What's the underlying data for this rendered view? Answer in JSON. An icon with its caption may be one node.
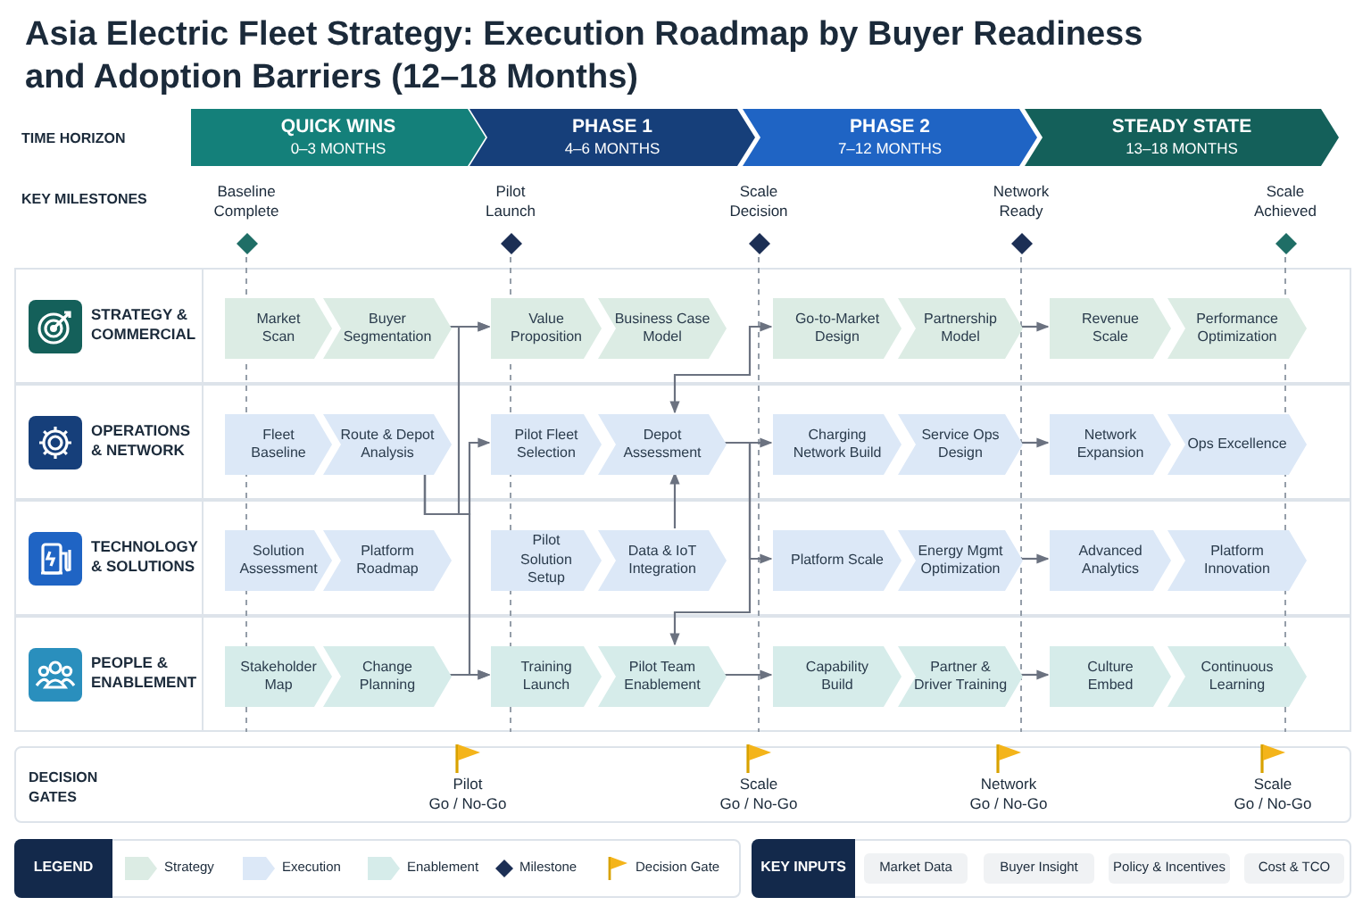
{
  "diagram": {
    "title": "Asia Electric Fleet Strategy: Execution Roadmap by Buyer Readiness and Adoption Barriers (12–18 Months)",
    "nodes": [
      {
        "text": [
          "QUICK WINS",
          "0–3 MONTHS"
        ]
      },
      {
        "text": [
          "PHASE 1",
          "4–6 MONTHS"
        ]
      },
      {
        "text": [
          "PHASE 2",
          "7–12 MONTHS"
        ]
      },
      {
        "text": [
          "STEADY STATE",
          "13–18 MONTHS"
        ]
      },
      {
        "text": [
          "Baseline Complete"
        ]
      },
      {
        "text": [
          "Pilot Launch"
        ]
      },
      {
        "text": [
          "Scale Decision"
        ]
      },
      {
        "text": [
          "Network Ready"
        ]
      },
      {
        "text": [
          "Scale Achieved"
        ]
      },
      {
        "text": [
          "STRATEGY & COMMERCIAL"
        ]
      },
      {
        "text": [
          "Market Scan"
        ],
        "in": 9
      },
      {
        "text": [
          "Buyer Segmentation"
        ],
        "in": 9
      },
      {
        "text": [
          "Value Proposition"
        ],
        "in": 9
      },
      {
        "text": [
          "Business Case Model"
        ],
        "in": 9
      },
      {
        "text": [
          "Go-to-Market Design"
        ],
        "in": 9
      },
      {
        "text": [
          "Partnership Model"
        ],
        "in": 9
      },
      {
        "text": [
          "Revenue Scale"
        ],
        "in": 9
      },
      {
        "text": [
          "Performance Optimization"
        ],
        "in": 9
      },
      {
        "text": [
          "OPERATIONS & NETWORK"
        ]
      },
      {
        "text": [
          "Fleet Baseline"
        ],
        "in": 18
      },
      {
        "text": [
          "Route & Depot Analysis"
        ],
        "in": 18
      },
      {
        "text": [
          "Pilot Fleet Selection"
        ],
        "in": 18
      },
      {
        "text": [
          "Depot Assessment"
        ],
        "in": 18
      },
      {
        "text": [
          "Charging Network Build"
        ],
        "in": 18
      },
      {
        "text": [
          "Service Ops Design"
        ],
        "in": 18
      },
      {
        "text": [
          "Network Expansion"
        ],
        "in": 18
      },
      {
        "text": [
          "Ops Excellence"
        ],
        "in": 18
      },
      {
        "text": [
          "TECHNOLOGY & SOLUTIONS"
        ]
      },
      {
        "text": [
          "Solution Assessment"
        ],
        "in": 27
      },
      {
        "text": [
          "Platform Roadmap"
        ],
        "in": 27
      },
      {
        "text": [
          "Pilot Solution Setup"
        ],
        "in": 27
      },
      {
        "text": [
          "Data & IoT Integration"
        ],
        "in": 27
      },
      {
        "text": [
          "Platform Scale"
        ],
        "in": 27
      },
      {
        "text": [
          "Energy Mgmt Optimization"
        ],
        "in": 27
      },
      {
        "text": [
          "Advanced Analytics"
        ],
        "in": 27
      },
      {
        "text": [
          "Platform Innovation"
        ],
        "in": 27
      },
      {
        "text": [
          "PEOPLE & ENABLEMENT"
        ]
      },
      {
        "text": [
          "Stakeholder Map"
        ],
        "in": 36
      },
      {
        "text": [
          "Change Planning"
        ],
        "in": 36
      },
      {
        "text": [
          "Training Launch"
        ],
        "in": 36
      },
      {
        "text": [
          "Pilot Team Enablement"
        ],
        "in": 36
      },
      {
        "text": [
          "Capability Build"
        ],
        "in": 36
      },
      {
        "text": [
          "Partner & Driver Training"
        ],
        "in": 36
      },
      {
        "text": [
          "Culture Embed"
        ],
        "in": 36
      },
      {
        "text": [
          "Continuous Learning"
        ],
        "in": 36
      },
      {
        "text": [
          "Pilot",
          "Go / No-Go"
        ]
      },
      {
        "text": [
          "Scale",
          "Go / No-Go"
        ]
      },
      {
        "text": [
          "Network",
          "Go / No-Go"
        ]
      },
      {
        "text": [
          "Scale",
          "Go / No-Go"
        ]
      }
    ],
    "edges": [
      {
        "from": 11,
        "to": 12,
        "arrow": "to"
      },
      {
        "from": 20,
        "to": 12,
        "arrow": "to"
      },
      {
        "from": 20,
        "to": 21,
        "arrow": "to"
      },
      {
        "from": 20,
        "to": 39,
        "arrow": "to"
      },
      {
        "from": 38,
        "to": 39,
        "arrow": "to"
      },
      {
        "from": 22,
        "to": 14,
        "arrow": "both"
      },
      {
        "from": 31,
        "to": 22,
        "arrow": "to"
      },
      {
        "from": 22,
        "to": 23,
        "arrow": "to"
      },
      {
        "from": 22,
        "to": 32,
        "arrow": "to"
      },
      {
        "from": 22,
        "to": 40,
        "arrow": "to"
      },
      {
        "from": 40,
        "to": 41,
        "arrow": "to"
      },
      {
        "from": 15,
        "to": 16,
        "arrow": "to"
      },
      {
        "from": 24,
        "to": 25,
        "arrow": "to"
      },
      {
        "from": 33,
        "to": 34,
        "arrow": "to"
      },
      {
        "from": 42,
        "to": 43,
        "arrow": "to"
      }
    ],
    "labels": [
      "TIME HORIZON",
      "KEY MILESTONES",
      "DECISION GATES",
      "LEGEND",
      "KEY INPUTS",
      "Market Data",
      "Buyer Insight",
      "Policy & Incentives",
      "Cost & TCO"
    ],
    "legend": [
      {
        "text": "Strategy",
        "color": "#dcece4"
      },
      {
        "text": "Execution",
        "color": "#dce8f7"
      },
      {
        "text": "Enablement",
        "color": "#d6ecea"
      },
      {
        "text": "Milestone"
      },
      {
        "text": "Decision Gate"
      }
    ]
  }
}
